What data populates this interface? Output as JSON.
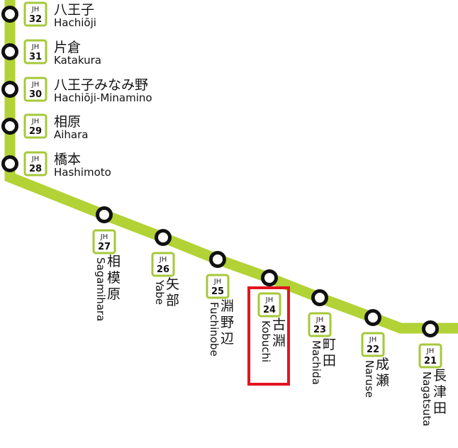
{
  "colors": {
    "line": "#b2d235",
    "code_border": "#a6c83a",
    "highlight": "#e2141f",
    "dot_stroke": "#111111"
  },
  "highlighted_station": "JH 24",
  "stations": [
    {
      "code_prefix": "JH",
      "code_number": "32",
      "name_ja": "八王子",
      "name_en": "Hachiōji"
    },
    {
      "code_prefix": "JH",
      "code_number": "31",
      "name_ja": "片倉",
      "name_en": "Katakura"
    },
    {
      "code_prefix": "JH",
      "code_number": "30",
      "name_ja": "八王子みなみ野",
      "name_en": "Hachiōji-Minamino"
    },
    {
      "code_prefix": "JH",
      "code_number": "29",
      "name_ja": "相原",
      "name_en": "Aihara"
    },
    {
      "code_prefix": "JH",
      "code_number": "28",
      "name_ja": "橋本",
      "name_en": "Hashimoto"
    },
    {
      "code_prefix": "JH",
      "code_number": "27",
      "name_ja": "相模原",
      "name_en": "Sagamihara"
    },
    {
      "code_prefix": "JH",
      "code_number": "26",
      "name_ja": "矢部",
      "name_en": "Yabe"
    },
    {
      "code_prefix": "JH",
      "code_number": "25",
      "name_ja": "淵野辺",
      "name_en": "Fuchinobe"
    },
    {
      "code_prefix": "JH",
      "code_number": "24",
      "name_ja": "古淵",
      "name_en": "Kobuchi"
    },
    {
      "code_prefix": "JH",
      "code_number": "23",
      "name_ja": "町田",
      "name_en": "Machida"
    },
    {
      "code_prefix": "JH",
      "code_number": "22",
      "name_ja": "成瀬",
      "name_en": "Naruse"
    },
    {
      "code_prefix": "JH",
      "code_number": "21",
      "name_ja": "長津田",
      "name_en": "Nagatsuta"
    }
  ]
}
